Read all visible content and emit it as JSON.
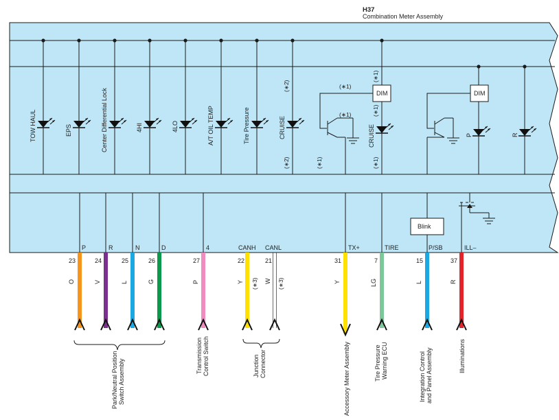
{
  "header": {
    "code": "H37",
    "title": "Combination Meter Assembly"
  },
  "indicators": [
    {
      "id": "tow-haul",
      "label": "TOW HAUL"
    },
    {
      "id": "eps",
      "label": "EPS"
    },
    {
      "id": "center-diff-lock",
      "label": "Center Differential Lock"
    },
    {
      "id": "4hi",
      "label": "4HI"
    },
    {
      "id": "4lo",
      "label": "4LO"
    },
    {
      "id": "at-oil-temp",
      "label": "A/T OIL TEMP"
    },
    {
      "id": "tire-pressure",
      "label": "Tire Pressure"
    },
    {
      "id": "cruise-left",
      "label": "CRUISE"
    },
    {
      "id": "cruise-right",
      "label": "CRUISE"
    },
    {
      "id": "p",
      "label": "P"
    },
    {
      "id": "r",
      "label": "R"
    }
  ],
  "notes": {
    "n1": "(∗1)",
    "n2": "(∗2)",
    "n3": "(∗3)"
  },
  "boxes": {
    "dim": "DIM",
    "blink": "Blink"
  },
  "terminals": [
    {
      "id": "p",
      "name": "P",
      "pin": "23",
      "color": "O",
      "hex": "#f7941d"
    },
    {
      "id": "r",
      "name": "R",
      "pin": "24",
      "color": "V",
      "hex": "#7b2f8e"
    },
    {
      "id": "n",
      "name": "N",
      "pin": "25",
      "color": "L",
      "hex": "#1ca8e0"
    },
    {
      "id": "d",
      "name": "D",
      "pin": "26",
      "color": "G",
      "hex": "#0b9a4b"
    },
    {
      "id": "4",
      "name": "4",
      "pin": "27",
      "color": "P",
      "hex": "#f08cbf"
    },
    {
      "id": "canh",
      "name": "CANH",
      "pin": "22",
      "color": "Y",
      "hex": "#ffe100"
    },
    {
      "id": "canl",
      "name": "CANL",
      "pin": "21",
      "color": "W",
      "hex": "#ffffff"
    },
    {
      "id": "txp",
      "name": "TX+",
      "pin": "31",
      "color": "Y",
      "hex": "#ffe100"
    },
    {
      "id": "tire",
      "name": "TIRE",
      "pin": "7",
      "color": "LG",
      "hex": "#7ec79a"
    },
    {
      "id": "psb",
      "name": "P/SB",
      "pin": "15",
      "color": "L",
      "hex": "#1ca8e0"
    },
    {
      "id": "ill",
      "name": "ILL–",
      "pin": "37",
      "color": "R",
      "hex": "#e3242b"
    }
  ],
  "destinations": {
    "park_neutral_1": "Park/Neutral Position",
    "park_neutral_2": "Switch Assembly",
    "trans_1": "Transmission",
    "trans_2": "Control Switch",
    "junction_1": "Junction",
    "junction_2": "Connector",
    "accessory": "Accessory Meter Assembly",
    "tire_1": "Tire Pressure",
    "tire_2": "Warning ECU",
    "integration_1": "Integration Control",
    "integration_2": "and Panel Assembly",
    "illum": "Illuminations"
  },
  "colors": {
    "panel": "#bfe6f6",
    "line": "#1a1a1a"
  }
}
